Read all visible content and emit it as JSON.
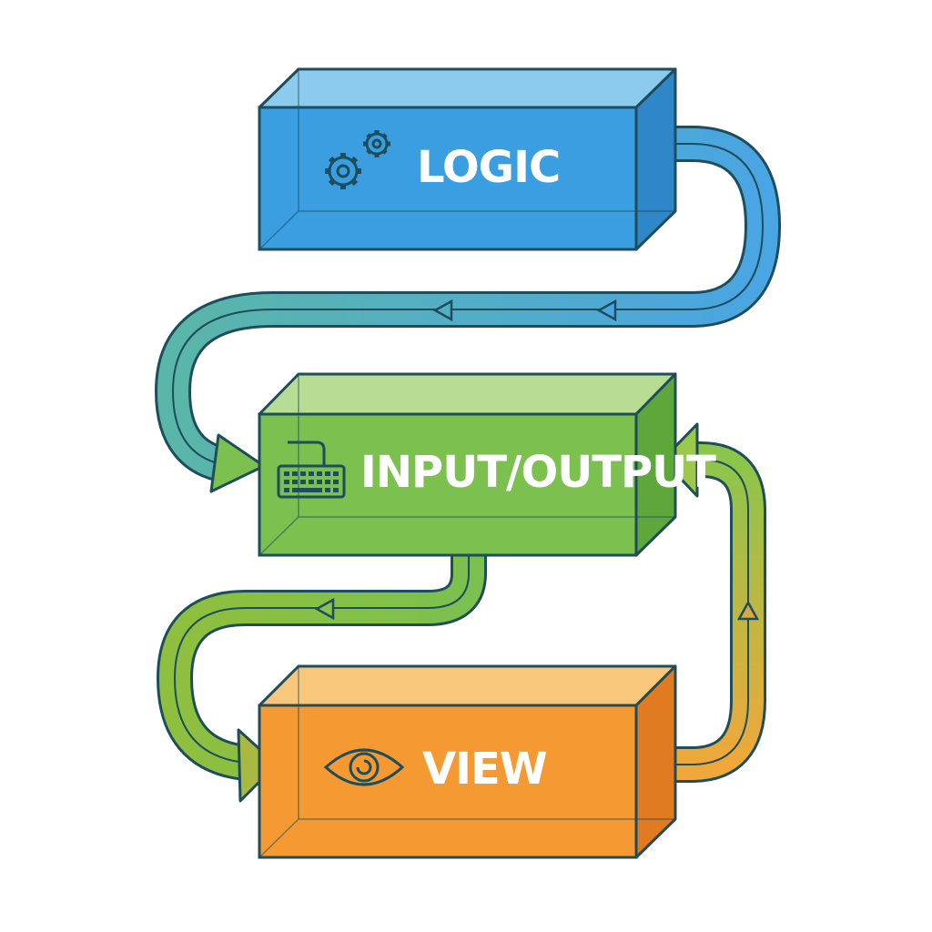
{
  "diagram": {
    "blocks": [
      {
        "id": "logic",
        "label": "LOGIC",
        "icon": "gears-icon",
        "color": "#3a9ee0"
      },
      {
        "id": "io",
        "label": "INPUT/OUTPUT",
        "icon": "keyboard-icon",
        "color": "#7cc04f"
      },
      {
        "id": "view",
        "label": "VIEW",
        "icon": "eye-icon",
        "color": "#f59a33"
      }
    ],
    "arrows": [
      {
        "from": "logic",
        "to": "io"
      },
      {
        "from": "io",
        "to": "view"
      },
      {
        "from": "view",
        "to": "io"
      }
    ],
    "colors": {
      "outline": "#1e4d5c",
      "blue_front": "#3a9ee0",
      "blue_top": "#8ccbee",
      "blue_side": "#2f86c8",
      "green_front": "#7cc04f",
      "green_top": "#b7dd94",
      "green_side": "#5ea83b",
      "orange_front": "#f59a33",
      "orange_top": "#f9c77c",
      "orange_side": "#e07b22"
    }
  }
}
